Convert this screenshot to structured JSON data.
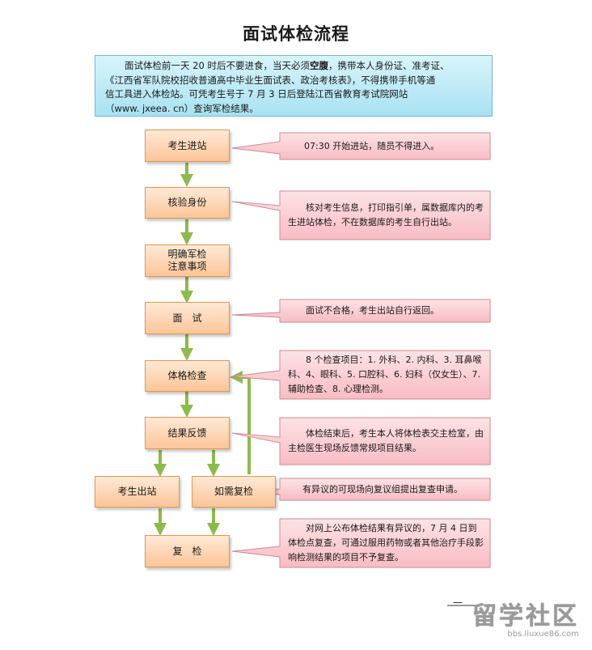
{
  "title": "面试体检流程",
  "intro": {
    "line1_pre": "面试体检前一天 20 时后不要进食，当天必须",
    "line1_bold": "空腹",
    "line1_post": "，携带本人身份证、准考证、",
    "line2": "《江西省军队院校招收普通高中毕业生面试表、政治考核表》，不得携带手机等通",
    "line3": "信工具进入体检站。可凭考生号于 7 月 3 日后登陆江西省教育考试院网站",
    "line4": "（www. jxeea. cn）查询军检结果。"
  },
  "steps": {
    "enter": "考生进站",
    "verify": "核验身份",
    "notice_line1": "明确军检",
    "notice_line2": "注意事项",
    "interview": "面　试",
    "exam": "体格检查",
    "feedback": "结果反馈",
    "exit": "考生出站",
    "need_recheck": "如需复检",
    "recheck": "复　检"
  },
  "notes": {
    "enter": "07:30 开始进站，随员不得进入。",
    "verify": "核对考生信息，打印指引单，属数据库内的考生进站体检，不在数据库的考生自行出站。",
    "interview": "面试不合格，考生出站自行返回。",
    "exam": "8 个检查项目：1. 外科、2. 内科、3. 耳鼻喉科、4、眼科、5. 口腔科、6. 妇科（仅女生）、7. 辅助检查、8. 心理检测。",
    "feedback": "体检结束后，考生本人将体检表交主检室，由主检医生现场反馈常规项目结果。",
    "need_recheck": "有异议的可现场向复议组提出复查申请。",
    "recheck": "对网上公布体检结果有异议的，7 月 4 日到体检点复查，可通过服用药物或者其他治疗手段影响检测结果的项目不予复查。"
  },
  "footer": {
    "page_mark": "一"
  },
  "watermark": {
    "logo": "留学社区",
    "url": "bbs.liuxue86.com"
  },
  "colors": {
    "step_fill_top": "#ffe9d6",
    "step_fill_bottom": "#fcc597",
    "step_border": "#e3964e",
    "note_fill": "#fcd2d6",
    "note_border": "#d08a91",
    "intro_fill": "#bfeaf6",
    "intro_border": "#6fb9d2",
    "arrow": "#8dbb4a"
  }
}
